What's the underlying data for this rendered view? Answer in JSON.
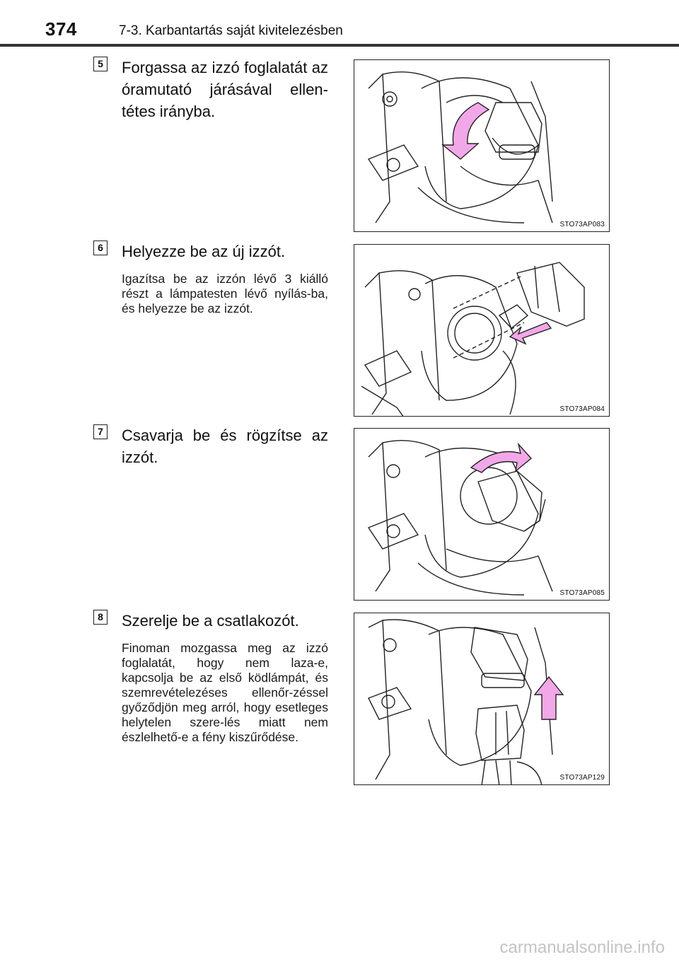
{
  "header": {
    "page_number": "374",
    "section_title": "7-3. Karbantartás saját kivitelezésben"
  },
  "steps": [
    {
      "number": "5",
      "main": "Forgassa az izzó foglalatát az óramutató járásával ellen-tétes irányba.",
      "sub": "",
      "figure_code": "STO73AP083"
    },
    {
      "number": "6",
      "main": "Helyezze be az új izzót.",
      "sub": "Igazítsa be az izzón lévő 3 kiálló részt a lámpatesten lévő nyílás-ba, és helyezze be az izzót.",
      "figure_code": "STO73AP084"
    },
    {
      "number": "7",
      "main": "Csavarja be és rögzítse az izzót.",
      "sub": "",
      "figure_code": "STO73AP085"
    },
    {
      "number": "8",
      "main": "Szerelje be a csatlakozót.",
      "sub": "Finoman mozgassa meg az izzó foglalatát, hogy nem laza-e, kapcsolja be az első ködlámpát, és szemrevételezéses ellenőr-zéssel győződjön meg arról, hogy esetleges helytelen szere-lés miatt nem észlelhető-e a fény kiszűrődése.",
      "figure_code": "STO73AP129"
    }
  ],
  "watermark": "carmanualsonline.info",
  "colors": {
    "arrow_fill": "#f2a8e8",
    "line": "#222222"
  }
}
